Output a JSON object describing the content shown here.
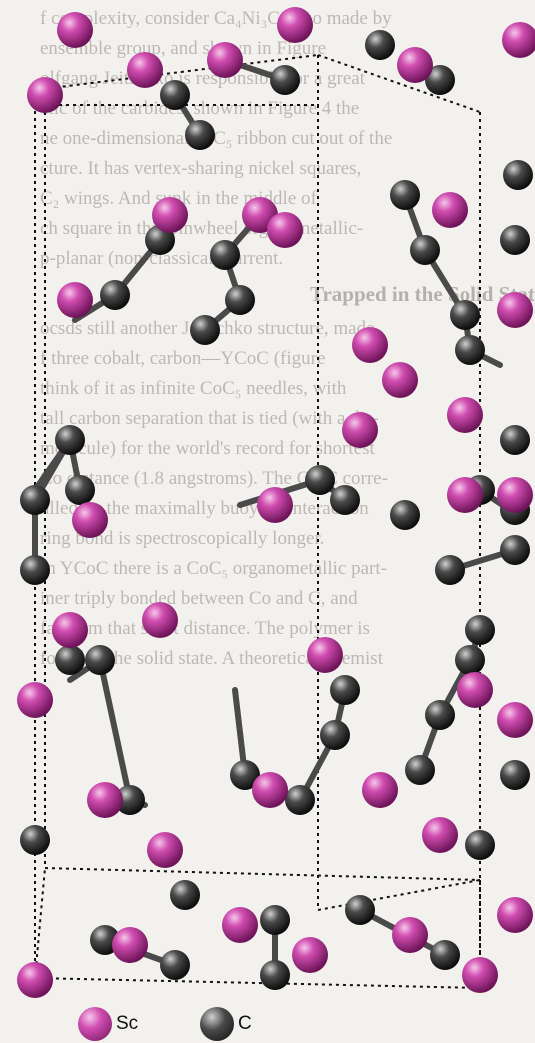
{
  "background_text": {
    "paragraph_1": [
      "f complexity, consider Ca₄Ni₃C₅ also made by",
      "ensemble group, and shown in Figure",
      "olfgang Jeitschko is responsible for a great",
      "etic of the carbides, shown in Figure 4 the",
      "ne one-dimensional NiC₅ ribbon cut out of the",
      "cture. It has vertex-sharing nickel squares,",
      "C₂ wings. And sunk in the middle of",
      "ch square in this pinwheel organometallic-",
      "p-planar (non-classical) current."
    ],
    "heading": "Trapped in the Solid State",
    "paragraph_2": [
      "ocsds still another Jeitschko structure, made",
      "f three cobalt, carbon—YCoC (figure",
      "think of it as infinite CoC₅ needles, with",
      "tall carbon separation that is tied (with a dis-",
      "molecule) for the world's record for shortest",
      "Co distance (1.8 angstroms). The Co-C corre-",
      "ulled by the maximally buoying interaction",
      "ring bond is spectroscopically longer.",
      "In YCoC there is a CoC₅ organometallic part-",
      "iner triply bonded between Co and C, and",
      "far from that short distance. The polymer is",
      "found in the solid state. A theoretical chemist"
    ]
  },
  "legend": {
    "sc_label": "Sc",
    "c_label": "C"
  },
  "colors": {
    "sc_atom": "#b0308f",
    "c_atom": "#3a3a3a",
    "bond": "#4a4a4a",
    "cell_edge": "#111111"
  }
}
